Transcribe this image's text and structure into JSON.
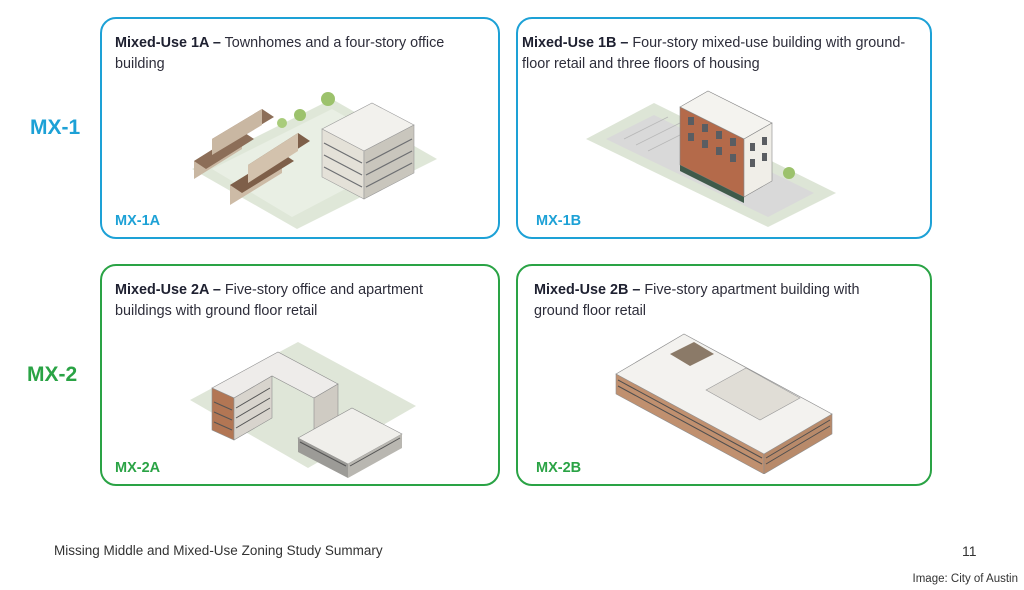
{
  "colors": {
    "mx1": "#1da1d6",
    "mx2": "#2aa345"
  },
  "rows": [
    {
      "label": "MX-1"
    },
    {
      "label": "MX-2"
    }
  ],
  "cards": [
    {
      "title": "Mixed-Use 1A –",
      "text": " Townhomes and a four-story office building",
      "tag": "MX-1A"
    },
    {
      "title": "Mixed-Use 1B –",
      "text": " Four-story mixed-use building with ground-floor retail and three floors of housing",
      "tag": "MX-1B"
    },
    {
      "title": "Mixed-Use 2A –",
      "text": " Five-story office and apartment buildings with ground floor retail",
      "tag": "MX-2A"
    },
    {
      "title": "Mixed-Use 2B –",
      "text": " Five-story apartment building with ground floor retail",
      "tag": "MX-2B"
    }
  ],
  "footer": {
    "text": "Missing Middle and Mixed-Use Zoning Study Summary",
    "page": "11"
  },
  "credit": "Image: City of Austin"
}
